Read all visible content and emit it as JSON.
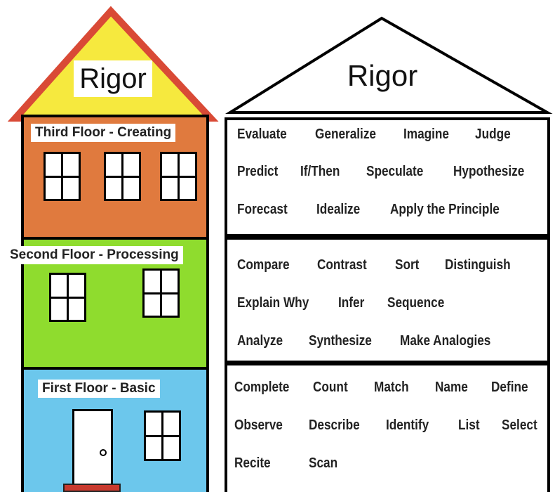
{
  "left_house": {
    "roof_title": "Rigor",
    "roof_color": "#f6e93e",
    "roof_border_color": "#d94a36",
    "floors": [
      {
        "label": "Third Floor - Creating",
        "color": "#e07a3e"
      },
      {
        "label": "Second Floor - Processing",
        "color": "#8fdc2e"
      },
      {
        "label": "First Floor - Basic",
        "color": "#6cc7ec"
      }
    ]
  },
  "right_house": {
    "roof_title": "Rigor",
    "sections": [
      {
        "rows": [
          [
            "Evaluate",
            "Generalize",
            "Imagine",
            "Judge"
          ],
          [
            "Predict",
            "If/Then",
            "Speculate",
            "Hypothesize"
          ],
          [
            "Forecast",
            "Idealize",
            "Apply the Principle"
          ]
        ]
      },
      {
        "rows": [
          [
            "Compare",
            "Contrast",
            "Sort",
            "Distinguish"
          ],
          [
            "Explain Why",
            "Infer",
            "Sequence"
          ],
          [
            "Analyze",
            "Synthesize",
            "Make Analogies"
          ]
        ]
      },
      {
        "rows": [
          [
            "Complete",
            "Count",
            "Match",
            "Name",
            "Define"
          ],
          [
            "Observe",
            "Describe",
            "Identify",
            "List",
            "Select"
          ],
          [
            "Recite",
            "Scan"
          ]
        ]
      }
    ]
  }
}
